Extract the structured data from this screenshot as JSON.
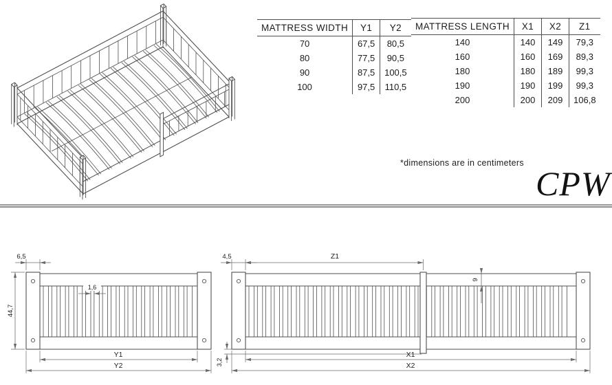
{
  "tables": {
    "width": {
      "title": "MATTRESS WIDTH",
      "columns": [
        "Y1",
        "Y2"
      ],
      "rows": [
        [
          "70",
          "67,5",
          "80,5"
        ],
        [
          "80",
          "77,5",
          "90,5"
        ],
        [
          "90",
          "87,5",
          "100,5"
        ],
        [
          "100",
          "97,5",
          "110,5"
        ]
      ]
    },
    "length": {
      "title": "MATTRESS LENGTH",
      "columns": [
        "X1",
        "X2",
        "Z1"
      ],
      "rows": [
        [
          "140",
          "140",
          "149",
          "79,3"
        ],
        [
          "160",
          "160",
          "169",
          "89,3"
        ],
        [
          "180",
          "180",
          "189",
          "99,3"
        ],
        [
          "190",
          "190",
          "199",
          "99,3"
        ],
        [
          "200",
          "200",
          "209",
          "106,8"
        ]
      ]
    }
  },
  "note": "*dimensions are in centimeters",
  "logo": "CPW",
  "views": {
    "front": {
      "post_width": "6,5",
      "slat_gap": "1,6",
      "height": "44,7",
      "inner_width_label": "Y1",
      "outer_width_label": "Y2"
    },
    "side": {
      "post_width": "4,5",
      "top_section_label": "Z1",
      "rail_height": "9",
      "bottom_offset": "3,2",
      "inner_length_label": "X1",
      "outer_length_label": "X2"
    }
  }
}
